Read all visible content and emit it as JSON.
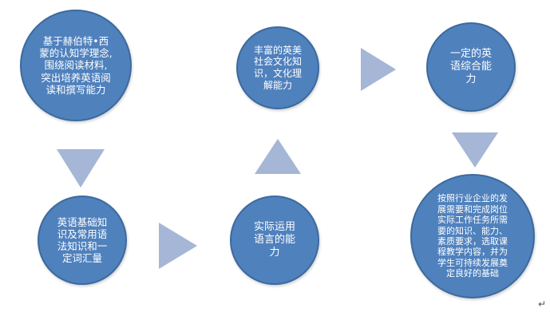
{
  "diagram": {
    "node_fill": "#4f81bd",
    "node_border": "#3c6a9e",
    "arrow_fill": "#a5b6d6",
    "text_color": "#ffffff",
    "nodes": {
      "theory": "基于赫伯特•西\n蒙的认知学理念,\n围绕阅读材料,\n突出培养英语阅\n读和撰写能力",
      "basic": "英语基础知\n识及常用语\n法知识和一\n定词汇量",
      "practical": "实际运用\n语言的能\n力",
      "culture": "丰富的英美\n社会文化知\n识，文化理\n解能力",
      "comprehensive": "一定的英\n语综合能\n力",
      "foundation": "按照行业企业的发\n展需要和完成岗位\n实际工作任务所需\n要的知识、能力、\n素质要求，选取课\n程教学内容，并为\n学生可持续发展奠\n定良好的基础"
    },
    "paragraph_mark": "↵"
  }
}
